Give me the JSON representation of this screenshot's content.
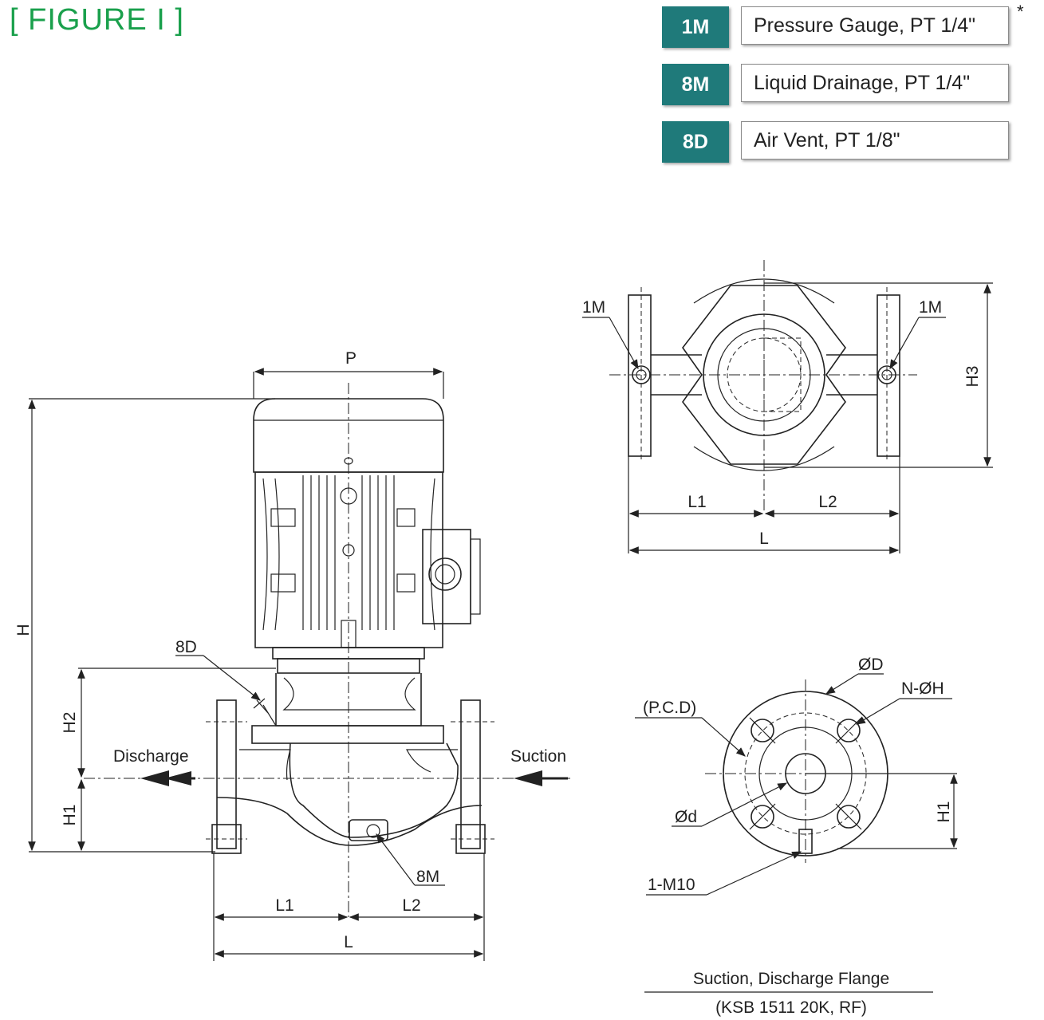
{
  "figure_title": "[ FIGURE I ]",
  "legend": {
    "asterisk": "*",
    "items": [
      {
        "code": "1M",
        "text": "Pressure Gauge, PT 1/4\""
      },
      {
        "code": "8M",
        "text": "Liquid Drainage, PT 1/4\""
      },
      {
        "code": "8D",
        "text": "Air Vent, PT 1/8\""
      }
    ]
  },
  "side_view": {
    "p": "P",
    "h": "H",
    "h1": "H1",
    "h2": "H2",
    "l1": "L1",
    "l2": "L2",
    "l": "L",
    "vent": "8D",
    "drain": "8M",
    "discharge": "Discharge",
    "suction": "Suction"
  },
  "top_view": {
    "gauge_left": "1M",
    "gauge_right": "1M",
    "h3": "H3",
    "l1": "L1",
    "l2": "L2",
    "l": "L"
  },
  "flange_view": {
    "od": "ØD",
    "holes": "N-ØH",
    "pcd": "(P.C.D)",
    "bore": "Ød",
    "h1": "H1",
    "tap": "1-M10",
    "caption_line1": "Suction, Discharge Flange",
    "caption_line2": "(KSB 1511 20K, RF)"
  },
  "colors": {
    "title": "#1aa04c",
    "code_box": "#1f7a7a"
  }
}
